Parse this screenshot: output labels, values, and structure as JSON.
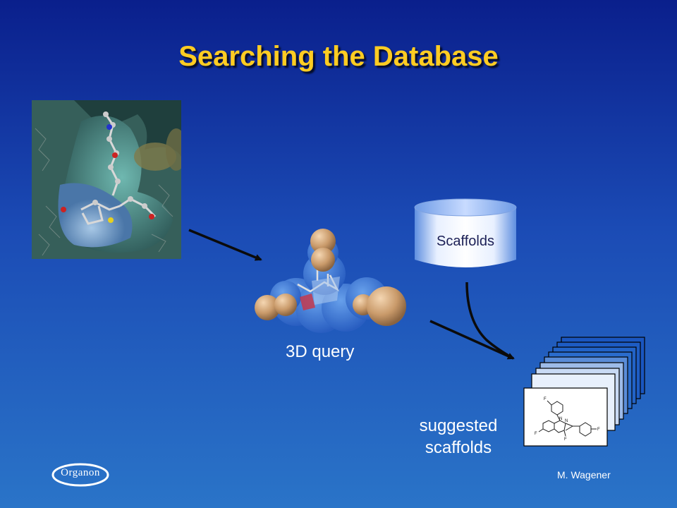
{
  "slide": {
    "title": "Searching the Database",
    "database_label": "Scaffolds",
    "query_label": "3D query",
    "result_label_line1": "suggested",
    "result_label_line2": "scaffolds",
    "author": "M. Wagener",
    "logo_text": "Organon"
  },
  "structure": {
    "atom_labels": [
      "F",
      "F",
      "F",
      "F",
      "N",
      "N"
    ]
  },
  "icons": [
    "protein-surface-image",
    "pharmacophore-query-image",
    "database-cylinder-icon",
    "results-stack-icon",
    "organon-logo-icon"
  ]
}
